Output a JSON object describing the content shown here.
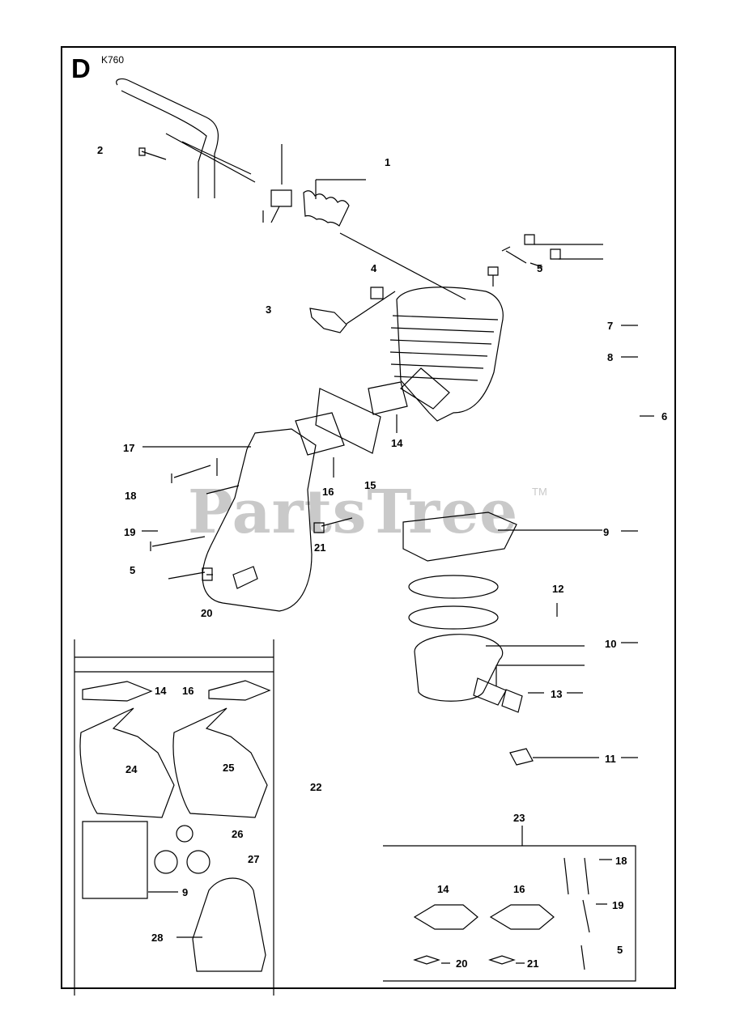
{
  "header": {
    "section_letter": "D",
    "model": "K760"
  },
  "watermark": {
    "text": "PartsTree",
    "tm": "TM"
  },
  "callouts": {
    "c1": "1",
    "c2": "2",
    "c3": "3",
    "c4": "4",
    "c5a": "5",
    "c6": "6",
    "c7": "7",
    "c8": "8",
    "c9a": "9",
    "c10": "10",
    "c11": "11",
    "c12": "12",
    "c13": "13",
    "c14a": "14",
    "c15": "15",
    "c16a": "16",
    "c17": "17",
    "c18a": "18",
    "c19a": "19",
    "c5b": "5",
    "c20a": "20",
    "c21a": "21"
  },
  "gasket_kit": {
    "ref": "22",
    "labels": {
      "k14": "14",
      "k16": "16",
      "k24": "24",
      "k25": "25",
      "k26": "26",
      "k27": "27",
      "k9": "9",
      "k28": "28"
    }
  },
  "screw_kit": {
    "ref": "23",
    "labels": {
      "s14": "14",
      "s16": "16",
      "s18": "18",
      "s19": "19",
      "s5": "5",
      "s20": "20",
      "s21": "21"
    }
  }
}
